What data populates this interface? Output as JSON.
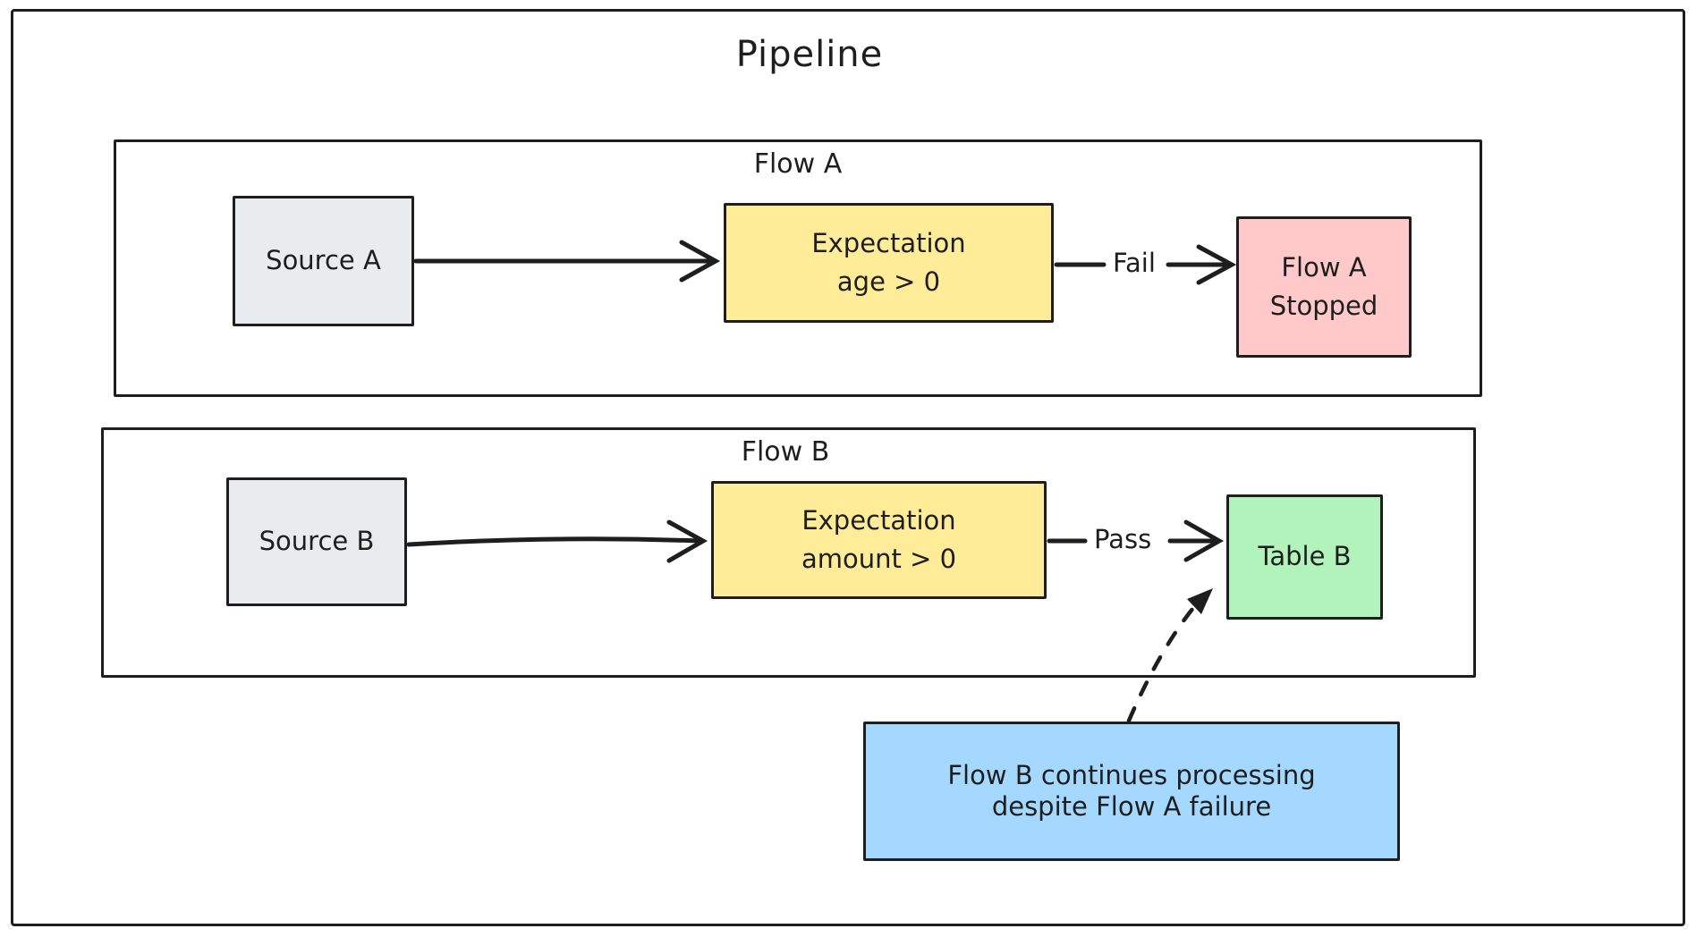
{
  "title": "Pipeline",
  "colors": {
    "stroke": "#1e1e1e",
    "source_fill": "#e9ecef",
    "expectation_fill": "#ffec99",
    "stopped_fill": "#ffc9c9",
    "table_fill": "#b2f2bb",
    "note_fill": "#a5d8ff",
    "background": "#ffffff"
  },
  "flow_a": {
    "label": "Flow A",
    "source": "Source A",
    "expectation_line1": "Expectation",
    "expectation_line2": "age > 0",
    "edge_label": "Fail",
    "result_line1": "Flow A",
    "result_line2": "Stopped"
  },
  "flow_b": {
    "label": "Flow B",
    "source": "Source B",
    "expectation_line1": "Expectation",
    "expectation_line2": "amount > 0",
    "edge_label": "Pass",
    "result": "Table B"
  },
  "note": {
    "line1": "Flow B continues processing",
    "line2": "despite Flow A failure"
  }
}
